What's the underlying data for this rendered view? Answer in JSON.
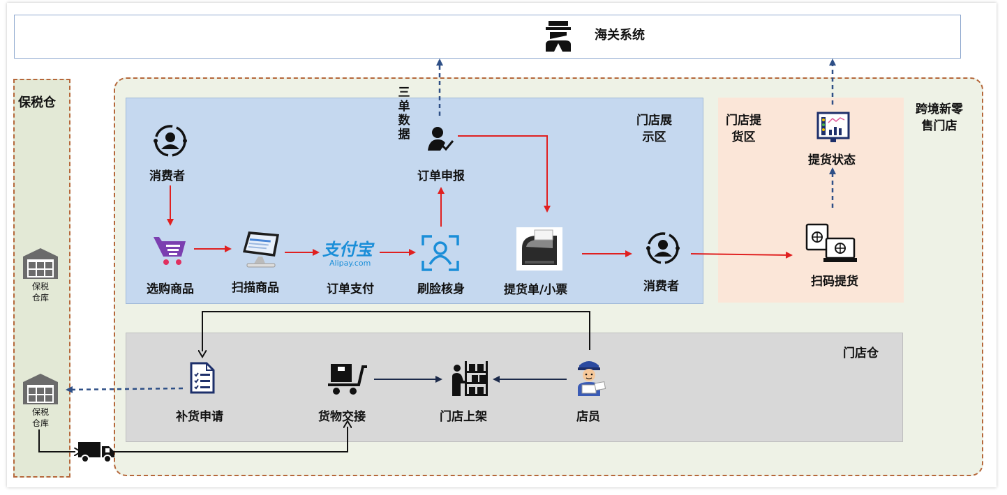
{
  "customs": {
    "title": "海关系统"
  },
  "bonded_warehouse": {
    "title": "保税仓",
    "depot_top": "保税\n仓库",
    "depot_bottom": "保税\n仓库"
  },
  "store": {
    "title": "跨境新零\n售门店"
  },
  "display_zone": {
    "title": "门店展\n示区",
    "nodes": {
      "consumer_top": "消费者",
      "select_goods": "选购商品",
      "scan_goods": "扫描商品",
      "order_pay": "订单支付",
      "alipay_brand": "支付宝",
      "alipay_sub": "Alipay.com",
      "face_verify": "刷脸核身",
      "order_declare": "订单申报",
      "receipt": "提货单/小票",
      "consumer_right": "消费者"
    },
    "three_docs": "三单数据"
  },
  "pickup_zone": {
    "title": "门店提\n货区",
    "pickup_status": "提货状态",
    "scan_pickup": "扫码提货"
  },
  "store_warehouse": {
    "title": "门店仓",
    "replenish_request": "补货申请",
    "goods_handover": "货物交接",
    "shelving": "门店上架",
    "clerk": "店员"
  },
  "colors": {
    "red_arrow": "#e02020",
    "dark_arrow": "#1c2a4a",
    "dashed_arrow": "#2e4f86",
    "dashed_border": "#b5673a"
  }
}
